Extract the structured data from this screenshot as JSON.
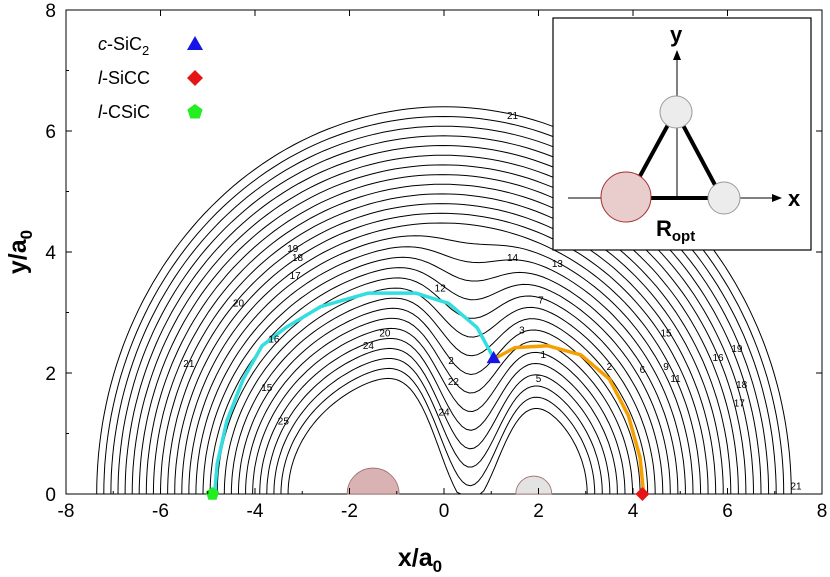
{
  "chart_data": {
    "type": "line",
    "xlabel": "x/a",
    "xlabel_sub": "0",
    "ylabel": "y/a",
    "ylabel_sub": "0",
    "xlim": [
      -8,
      8
    ],
    "ylim": [
      0,
      8
    ],
    "xticks": [
      "-8",
      "-6",
      "-4",
      "-2",
      "0",
      "2",
      "4",
      "6",
      "8"
    ],
    "yticks": [
      "0",
      "2",
      "4",
      "6",
      "8"
    ],
    "grid": false,
    "legend_position": "top-left",
    "atoms": [
      {
        "x": -1.5,
        "y": 0,
        "r": 0.55,
        "color": "#d9b3b3"
      },
      {
        "x": 1.9,
        "y": 0,
        "r": 0.38,
        "color": "#e3e3e3"
      }
    ],
    "contour_labels": [
      {
        "text": "21",
        "x": 1.45,
        "y": 6.25
      },
      {
        "text": "21",
        "x": -5.4,
        "y": 2.15
      },
      {
        "text": "21",
        "x": 7.45,
        "y": 0.12
      },
      {
        "text": "20",
        "x": -4.35,
        "y": 3.15
      },
      {
        "text": "19",
        "x": -3.2,
        "y": 4.05
      },
      {
        "text": "19",
        "x": 6.2,
        "y": 2.4
      },
      {
        "text": "18",
        "x": -3.1,
        "y": 3.9
      },
      {
        "text": "18",
        "x": 6.3,
        "y": 1.8
      },
      {
        "text": "17",
        "x": -3.15,
        "y": 3.6
      },
      {
        "text": "17",
        "x": 6.25,
        "y": 1.5
      },
      {
        "text": "16",
        "x": -3.6,
        "y": 2.55
      },
      {
        "text": "16",
        "x": 5.8,
        "y": 2.25
      },
      {
        "text": "15",
        "x": -3.75,
        "y": 1.75
      },
      {
        "text": "15",
        "x": 4.7,
        "y": 2.65
      },
      {
        "text": "14",
        "x": 1.45,
        "y": 3.9
      },
      {
        "text": "13",
        "x": 2.4,
        "y": 3.8
      },
      {
        "text": "12",
        "x": -0.08,
        "y": 3.4
      },
      {
        "text": "11",
        "x": 4.9,
        "y": 1.9
      },
      {
        "text": "9",
        "x": 4.7,
        "y": 2.1
      },
      {
        "text": "7",
        "x": 2.05,
        "y": 3.2
      },
      {
        "text": "6",
        "x": 4.2,
        "y": 2.05
      },
      {
        "text": "5",
        "x": 2.0,
        "y": 1.9
      },
      {
        "text": "3",
        "x": 1.65,
        "y": 2.7
      },
      {
        "text": "2",
        "x": 3.5,
        "y": 2.1
      },
      {
        "text": "1",
        "x": 2.1,
        "y": 2.3
      },
      {
        "text": "25",
        "x": -3.4,
        "y": 1.2
      },
      {
        "text": "20",
        "x": -1.25,
        "y": 2.65
      },
      {
        "text": "24",
        "x": -1.6,
        "y": 2.45
      },
      {
        "text": "22",
        "x": 0.2,
        "y": 1.85
      },
      {
        "text": "24",
        "x": 0.0,
        "y": 1.35
      },
      {
        "text": "2",
        "x": 0.15,
        "y": 2.2
      }
    ],
    "paths": [
      {
        "name": "c-SiC2 to l-CSiC",
        "color": "#33dde0",
        "points": [
          [
            1.05,
            2.25
          ],
          [
            0.7,
            2.75
          ],
          [
            0.1,
            3.15
          ],
          [
            -0.6,
            3.32
          ],
          [
            -1.6,
            3.32
          ],
          [
            -2.6,
            3.1
          ],
          [
            -3.35,
            2.75
          ],
          [
            -3.85,
            2.45
          ],
          [
            -4.25,
            1.9
          ],
          [
            -4.6,
            1.2
          ],
          [
            -4.8,
            0.5
          ],
          [
            -4.85,
            0.05
          ]
        ]
      },
      {
        "name": "c-SiC2 to l-SiCC",
        "color": "#f5a000",
        "points": [
          [
            1.1,
            2.25
          ],
          [
            1.5,
            2.42
          ],
          [
            2.2,
            2.45
          ],
          [
            2.9,
            2.3
          ],
          [
            3.5,
            1.9
          ],
          [
            3.9,
            1.3
          ],
          [
            4.15,
            0.6
          ],
          [
            4.22,
            0.05
          ]
        ]
      }
    ],
    "markers": [
      {
        "label": "c-SiC",
        "label_sub": "2",
        "x": 1.05,
        "y": 2.25,
        "shape": "triangle",
        "color": "#1515e6"
      },
      {
        "label": "l-SiCC",
        "label_sub": "",
        "x": 4.2,
        "y": 0,
        "shape": "diamond",
        "color": "#e61515"
      },
      {
        "label": "l-CSiC",
        "label_sub": "",
        "x": -4.9,
        "y": 0,
        "shape": "pentagon",
        "color": "#22ee22"
      }
    ]
  },
  "legend": [
    {
      "prefix": "c",
      "text": "-SiC",
      "sub": "2",
      "shape": "triangle",
      "color": "#1515e6"
    },
    {
      "prefix": "l",
      "text": "-SiCC",
      "sub": "",
      "shape": "diamond",
      "color": "#e61515"
    },
    {
      "prefix": "l",
      "text": "-CSiC",
      "sub": "",
      "shape": "pentagon",
      "color": "#22ee22"
    }
  ],
  "inset": {
    "x_axis_label": "x",
    "y_axis_label": "y",
    "caption": "R",
    "caption_sub": "opt"
  }
}
